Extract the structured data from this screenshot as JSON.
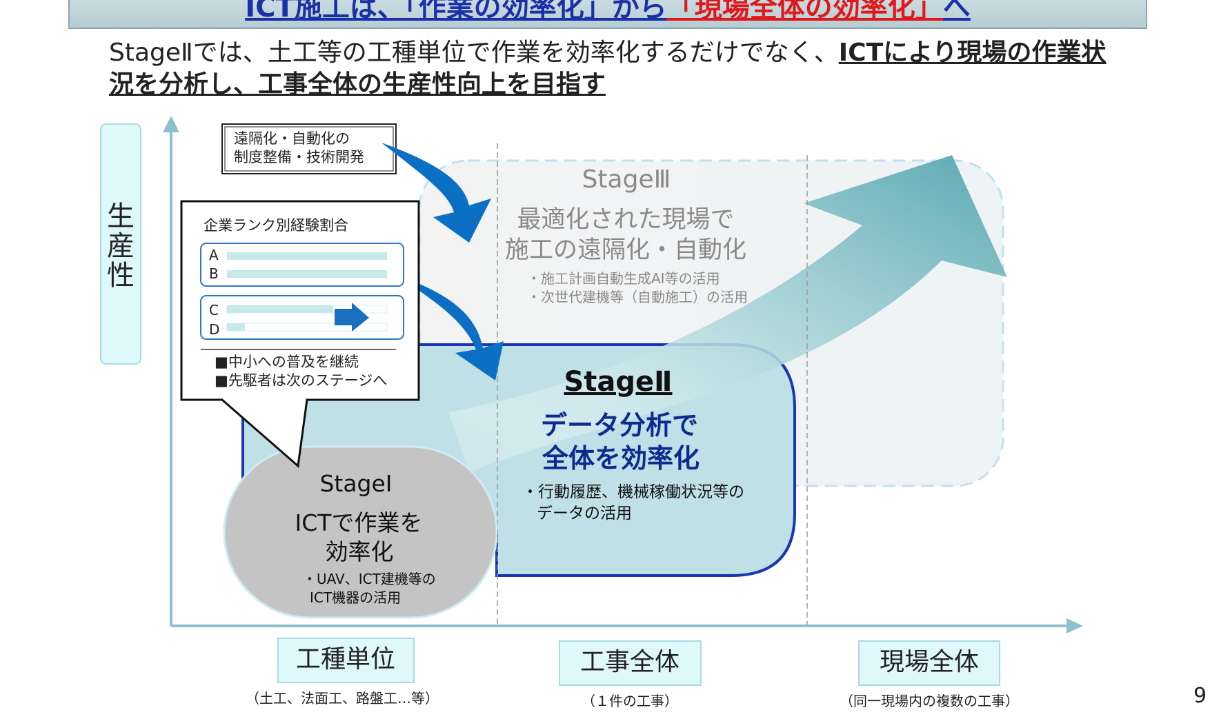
{
  "banner": {
    "part1": "ICT施工は、「作業の効率化」から",
    "part2": "「現場全体の効率化」",
    "part3": "へ"
  },
  "intro": {
    "plain": "StageⅡでは、土工等の工種単位で作業を効率化するだけでなく、",
    "bold": "ICTにより現場の作業状況を分析し、工事全体の生産性向上を目指す"
  },
  "y_axis_label": "生産性",
  "policy_box": {
    "line1": "遠隔化・自動化の",
    "line2": "制度整備・技術開発"
  },
  "callout": {
    "title": "企業ランク別経験割合",
    "ranks": [
      "A",
      "B",
      "C",
      "D"
    ],
    "bullet1": "■中小への普及を継続",
    "bullet2": "■先駆者は次のステージへ"
  },
  "stage3": {
    "title": "StageⅢ",
    "heading1": "最適化された現場で",
    "heading2": "施工の遠隔化・自動化",
    "item1": "・施工計画自動生成AI等の活用",
    "item2": "・次世代建機等（自動施工）の活用"
  },
  "stage2": {
    "title": "StageⅡ",
    "heading1": "データ分析で",
    "heading2": "全体を効率化",
    "item1": "・行動履歴、機械稼働状況等の",
    "item2": "データの活用"
  },
  "stage1": {
    "title": "StageⅠ",
    "heading1": "ICTで作業を",
    "heading2": "効率化",
    "item1": "・UAV、ICT建機等の",
    "item2": "ICT機器の活用"
  },
  "x_categories": [
    {
      "label": "工種単位",
      "sub": "（土工、法面工、路盤工…等）"
    },
    {
      "label": "工事全体",
      "sub": "（１件の工事）"
    },
    {
      "label": "現場全体",
      "sub": "（同一現場内の複数の工事）"
    }
  ],
  "page_number": "9",
  "colors": {
    "banner_blue": "#1b2fa8",
    "banner_red": "#e0181b",
    "stage2_fill": "#bfe0e6",
    "stage2_border": "#1936b4",
    "stage2_text": "#0d2a8f",
    "stage1_fill": "#c4c4c4",
    "arrow_blue": "#0b6fc4",
    "big_arrow": "#5aa8b0",
    "label_box": "#dff8fb"
  }
}
